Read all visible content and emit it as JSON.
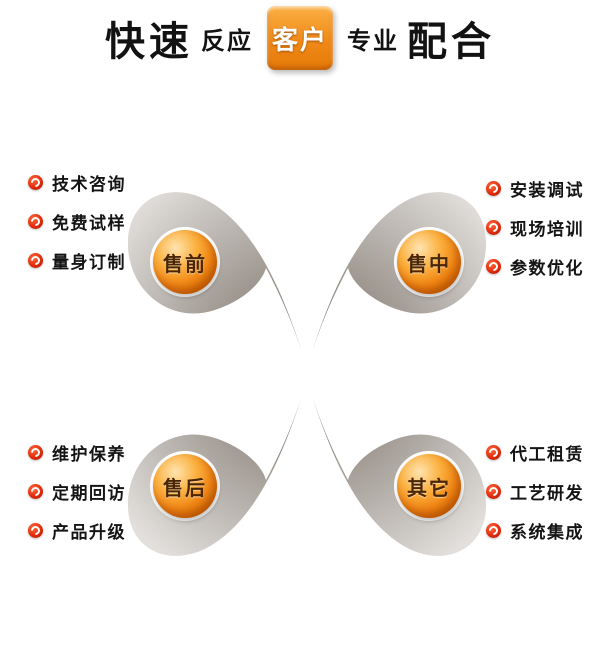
{
  "diagram": {
    "center_label": "客户",
    "headline": {
      "left_large": "快速",
      "left_small": "反应",
      "right_small": "专业",
      "right_large": "配合"
    },
    "groups": [
      {
        "id": "pre-sale",
        "node_label": "售前",
        "items": [
          "技术咨询",
          "免费试样",
          "量身订制"
        ]
      },
      {
        "id": "in-sale",
        "node_label": "售中",
        "items": [
          "安装调试",
          "现场培训",
          "参数优化"
        ]
      },
      {
        "id": "after-sale",
        "node_label": "售后",
        "items": [
          "维护保养",
          "定期回访",
          "产品升级"
        ]
      },
      {
        "id": "other",
        "node_label": "其它",
        "items": [
          "代工租赁",
          "工艺研发",
          "系统集成"
        ]
      }
    ],
    "colors": {
      "node_orange": "#f08514",
      "ribbon_gray": "#a29b94",
      "bullet_red": "#e22c0c",
      "text_black": "#121212"
    }
  }
}
